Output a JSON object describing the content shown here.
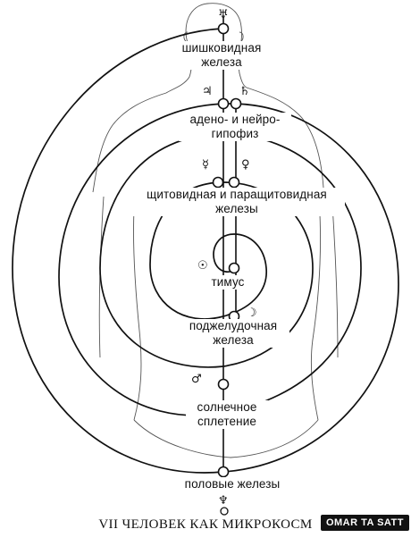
{
  "glands": {
    "pineal": [
      "шишковидная",
      "железа"
    ],
    "pituitary": [
      "адено- и нейро-",
      "гипофиз"
    ],
    "thyroid": [
      "щитовидная и паращитовидная",
      "железы"
    ],
    "thymus": "тимус",
    "pancreas": [
      "поджелудочная",
      "железа"
    ],
    "solar_plexus": [
      "солнечное",
      "сплетение"
    ],
    "gonads": "половые железы"
  },
  "symbols": {
    "uranus": "♅",
    "jupiter": "♃",
    "saturn": "♄",
    "mercury": "☿",
    "venus": "♀",
    "sun": "☉",
    "moon": "☽",
    "mars": "♂",
    "neptune": "♆"
  },
  "caption": "VII  ЧЕЛОВЕК КАК МИКРОКОСМ",
  "watermark": "OMAR TA SATT",
  "colors": {
    "ink": "#111111",
    "figure_outline": "#555555",
    "background": "#ffffff"
  }
}
